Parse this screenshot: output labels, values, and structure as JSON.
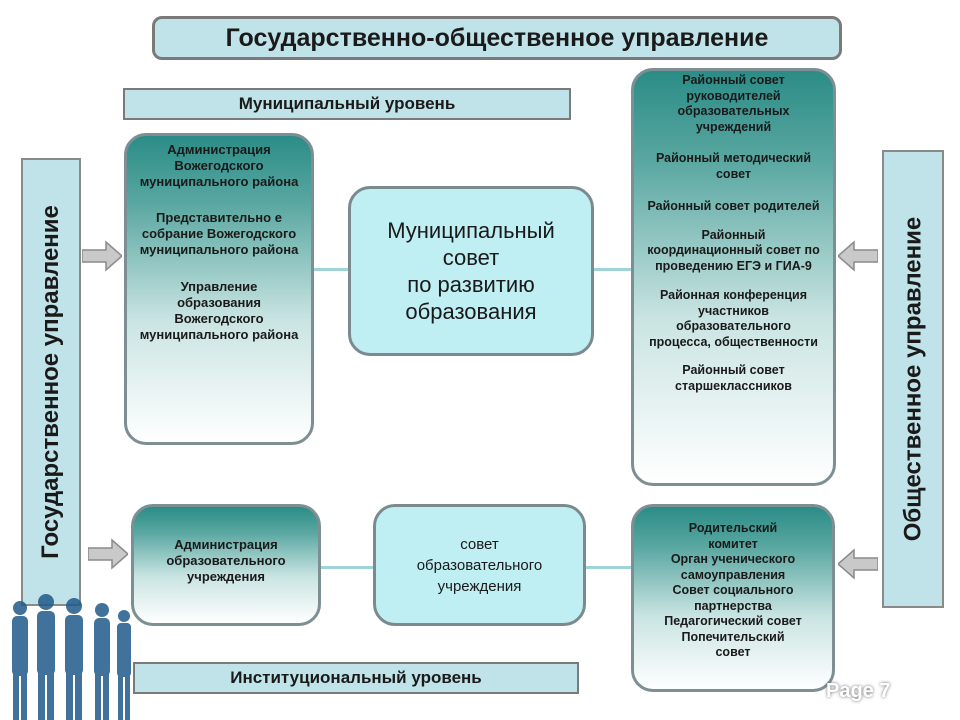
{
  "title": "Государственно-общественное управление",
  "municipal_level": "Муниципальный уровень",
  "institutional_level": "Институциональный уровень",
  "left_side": "Государственное управление",
  "right_side": "Общественное управление",
  "municipal_bodies": [
    "Администрация Вожегодского муниципального района",
    "Представительно е собрание Вожегодского муниципального района",
    "Управление образования Вожегодского муниципального района"
  ],
  "municipal_council": [
    "Муниципальный",
    "совет",
    "по развитию",
    "образования"
  ],
  "district_councils": [
    "Районный совет руководителей образовательных учреждений",
    "Районный методический совет",
    "Районный совет родителей",
    "Районный координационный совет по проведению ЕГЭ и ГИА-9",
    "Районная конференция участников образовательного процесса, общественности",
    "Районный совет старшеклассников"
  ],
  "institution_admin": "Администрация образовательного учреждения",
  "institution_council": [
    "совет",
    "образовательного",
    "учреждения"
  ],
  "institution_public": [
    "Родительский комитет",
    "Орган ученического самоуправления",
    "Совет социального партнерства",
    "Педагогический совет",
    "Попечительский совет"
  ],
  "page_label": "Page 7",
  "colors": {
    "banner": "#bfe3e8",
    "teal_top": "#2b8c86",
    "council": "#bfeef3"
  }
}
